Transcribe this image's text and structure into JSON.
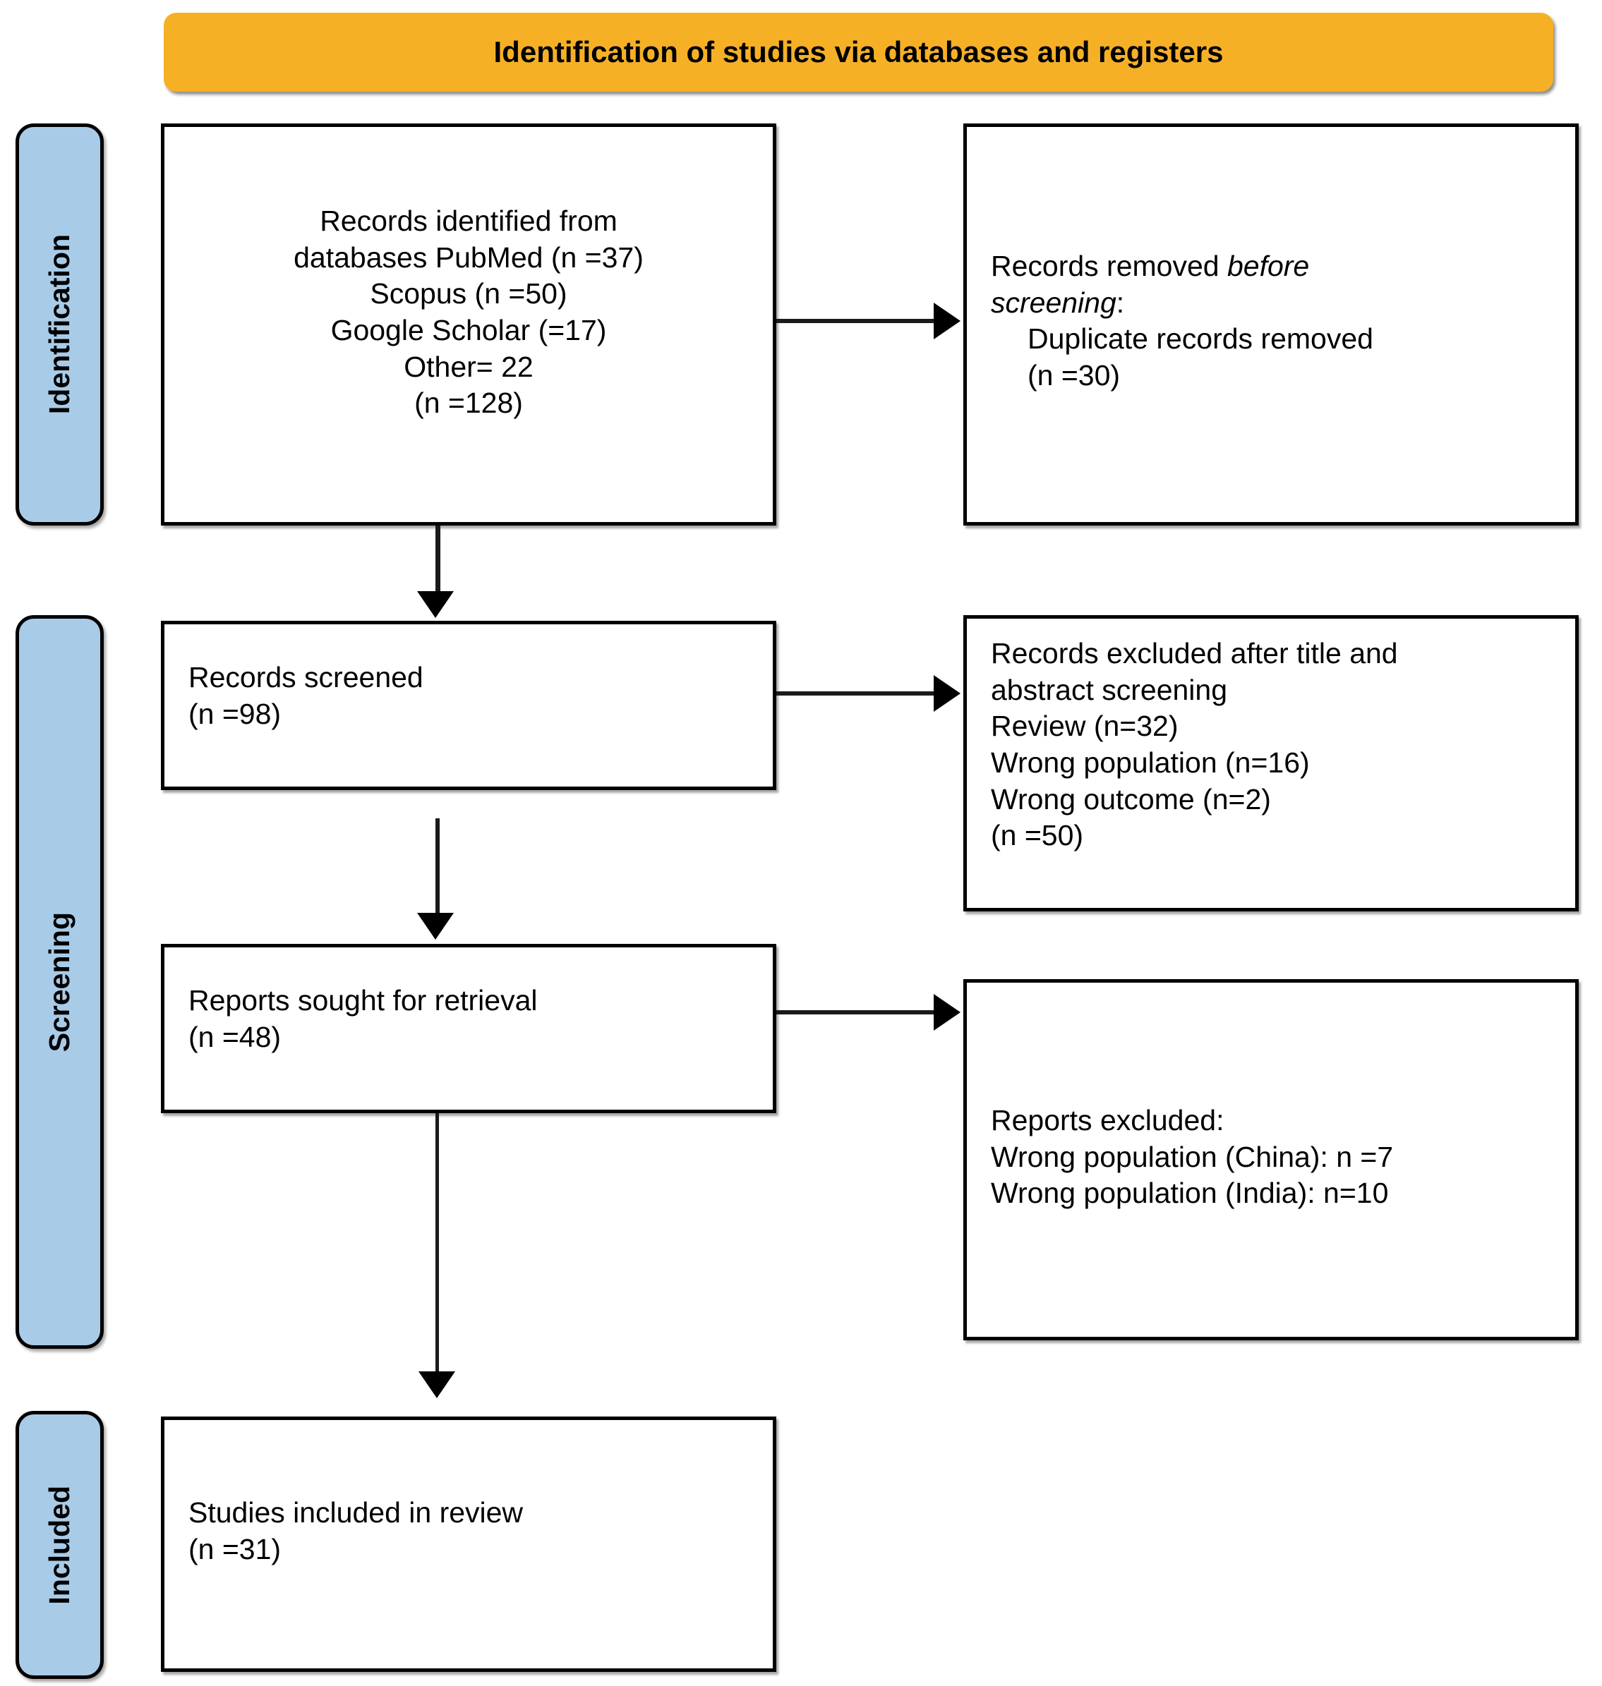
{
  "header": {
    "title": "Identification of studies via databases and registers",
    "background_color": "#f6b026"
  },
  "stages": {
    "identification": "Identification",
    "screening": "Screening",
    "included": "Included",
    "background_color": "#a8cbe8"
  },
  "boxes": {
    "records_identified": {
      "text": "Records identified from\ndatabases PubMed (n =37)\nScopus (n =50)\nGoogle Scholar (=17)\nOther= 22\n(n =128)"
    },
    "records_removed": {
      "line1_prefix": "Records removed ",
      "line1_italic": "before",
      "line2_italic": "screening",
      "line2_suffix": ":",
      "line3": "Duplicate records removed",
      "line4": "(n =30)"
    },
    "records_screened": {
      "text": "Records screened\n(n =98)"
    },
    "records_excluded": {
      "text": "Records excluded after title and\nabstract screening\nReview (n=32)\nWrong population (n=16)\nWrong outcome (n=2)\n(n =50)"
    },
    "reports_sought": {
      "text": "Reports sought for retrieval\n(n =48)"
    },
    "reports_excluded": {
      "text": "Reports excluded:\nWrong population (China): n =7\nWrong population (India): n=10"
    },
    "studies_included": {
      "text": "Studies included in review\n(n =31)"
    }
  },
  "chart_data": {
    "type": "diagram",
    "title": "Identification of studies via databases and registers",
    "nodes": [
      {
        "id": "records_identified",
        "stage": "Identification",
        "column": "left",
        "label": "Records identified from databases",
        "sources": [
          {
            "name": "PubMed",
            "n": 37
          },
          {
            "name": "Scopus",
            "n": 50
          },
          {
            "name": "Google Scholar",
            "n": 17
          },
          {
            "name": "Other",
            "n": 22
          }
        ],
        "n": 128
      },
      {
        "id": "records_removed",
        "stage": "Identification",
        "column": "right",
        "label": "Records removed before screening: Duplicate records removed",
        "n": 30
      },
      {
        "id": "records_screened",
        "stage": "Screening",
        "column": "left",
        "label": "Records screened",
        "n": 98
      },
      {
        "id": "records_excluded",
        "stage": "Screening",
        "column": "right",
        "label": "Records excluded after title and abstract screening",
        "reasons": [
          {
            "name": "Review",
            "n": 32
          },
          {
            "name": "Wrong population",
            "n": 16
          },
          {
            "name": "Wrong outcome",
            "n": 2
          }
        ],
        "n": 50
      },
      {
        "id": "reports_sought",
        "stage": "Screening",
        "column": "left",
        "label": "Reports sought for retrieval",
        "n": 48
      },
      {
        "id": "reports_excluded",
        "stage": "Screening",
        "column": "right",
        "label": "Reports excluded",
        "reasons": [
          {
            "name": "Wrong population (China)",
            "n": 7
          },
          {
            "name": "Wrong population (India)",
            "n": 10
          }
        ]
      },
      {
        "id": "studies_included",
        "stage": "Included",
        "column": "left",
        "label": "Studies included in review",
        "n": 31
      }
    ],
    "edges": [
      {
        "from": "records_identified",
        "to": "records_removed",
        "direction": "right"
      },
      {
        "from": "records_identified",
        "to": "records_screened",
        "direction": "down"
      },
      {
        "from": "records_screened",
        "to": "records_excluded",
        "direction": "right"
      },
      {
        "from": "records_screened",
        "to": "reports_sought",
        "direction": "down"
      },
      {
        "from": "reports_sought",
        "to": "reports_excluded",
        "direction": "right"
      },
      {
        "from": "reports_sought",
        "to": "studies_included",
        "direction": "down"
      }
    ]
  }
}
